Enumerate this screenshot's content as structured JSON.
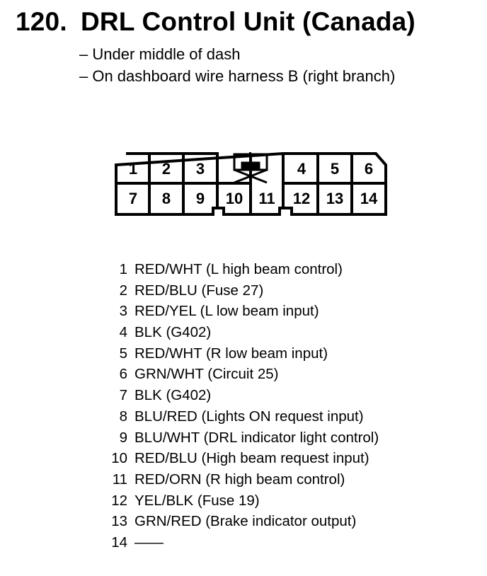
{
  "title": {
    "number": "120.",
    "text": "DRL Control Unit (Canada)"
  },
  "location": [
    "– Under middle of dash",
    "– On dashboard wire harness B (right branch)"
  ],
  "connector": {
    "top_row": [
      "1",
      "2",
      "3",
      "4",
      "5",
      "6"
    ],
    "bottom_row": [
      "7",
      "8",
      "9",
      "10",
      "11",
      "12",
      "13",
      "14"
    ]
  },
  "pins": [
    {
      "pin": "1",
      "desc": "RED/WHT (L high beam control)"
    },
    {
      "pin": "2",
      "desc": "RED/BLU (Fuse 27)"
    },
    {
      "pin": "3",
      "desc": "RED/YEL (L low beam input)"
    },
    {
      "pin": "4",
      "desc": "BLK (G402)"
    },
    {
      "pin": "5",
      "desc": "RED/WHT (R low beam input)"
    },
    {
      "pin": "6",
      "desc": "GRN/WHT (Circuit 25)"
    },
    {
      "pin": "7",
      "desc": "BLK (G402)"
    },
    {
      "pin": "8",
      "desc": "BLU/RED (Lights ON request input)"
    },
    {
      "pin": "9",
      "desc": "BLU/WHT (DRL indicator light control)"
    },
    {
      "pin": "10",
      "desc": "RED/BLU (High beam request input)"
    },
    {
      "pin": "11",
      "desc": "RED/ORN (R high beam control)"
    },
    {
      "pin": "12",
      "desc": "YEL/BLK (Fuse 19)"
    },
    {
      "pin": "13",
      "desc": "GRN/RED (Brake indicator output)"
    },
    {
      "pin": "14",
      "desc": "——"
    }
  ]
}
